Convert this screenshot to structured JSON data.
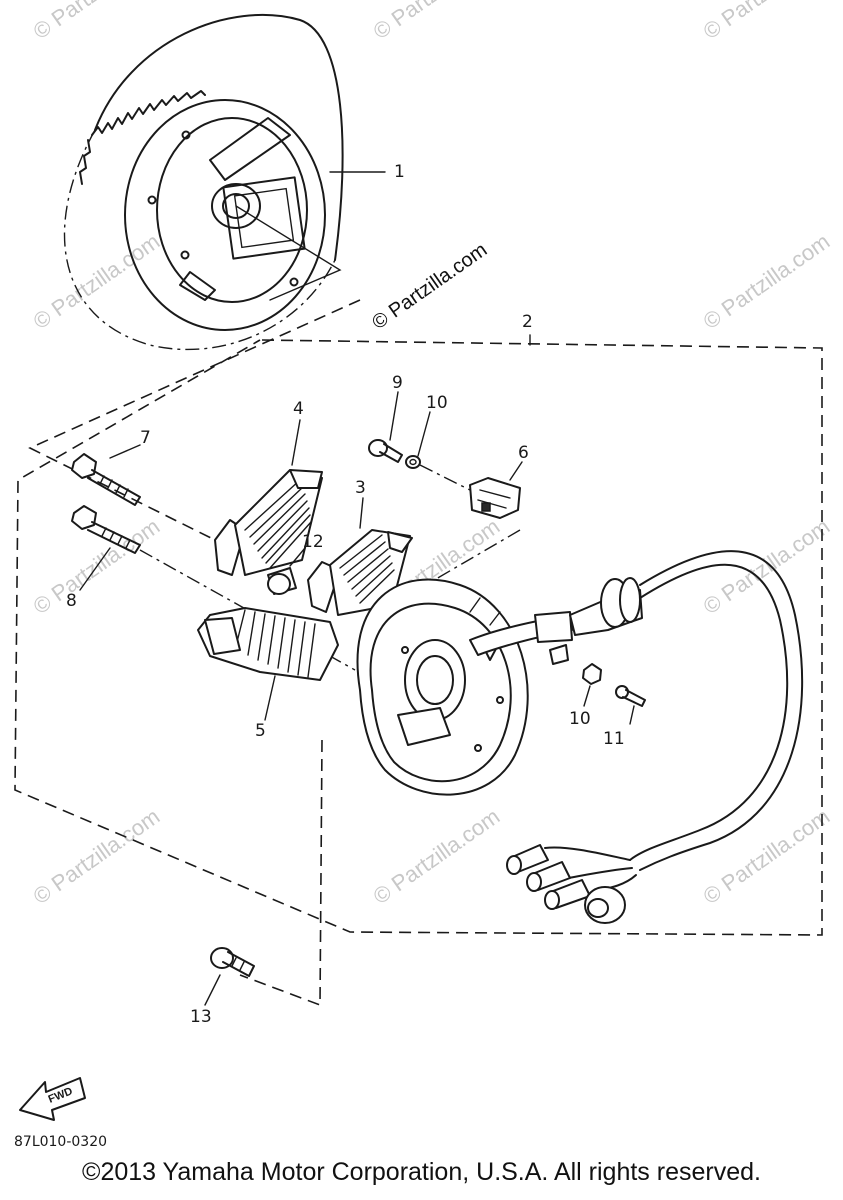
{
  "diagram": {
    "callouts": {
      "c1": "1",
      "c2": "2",
      "c3": "3",
      "c4": "4",
      "c5": "5",
      "c6": "6",
      "c7": "7",
      "c8": "8",
      "c9": "9",
      "c10a": "10",
      "c10b": "10",
      "c11": "11",
      "c12": "12",
      "c13": "13"
    },
    "watermark_center": "© Partzilla.com",
    "watermark_tile": "© Partzilla.com",
    "fwd_label": "FWD",
    "part_number": "87L010-0320"
  },
  "footer": {
    "copyright": "©2013 Yamaha Motor Corporation, U.S.A. All rights reserved."
  }
}
